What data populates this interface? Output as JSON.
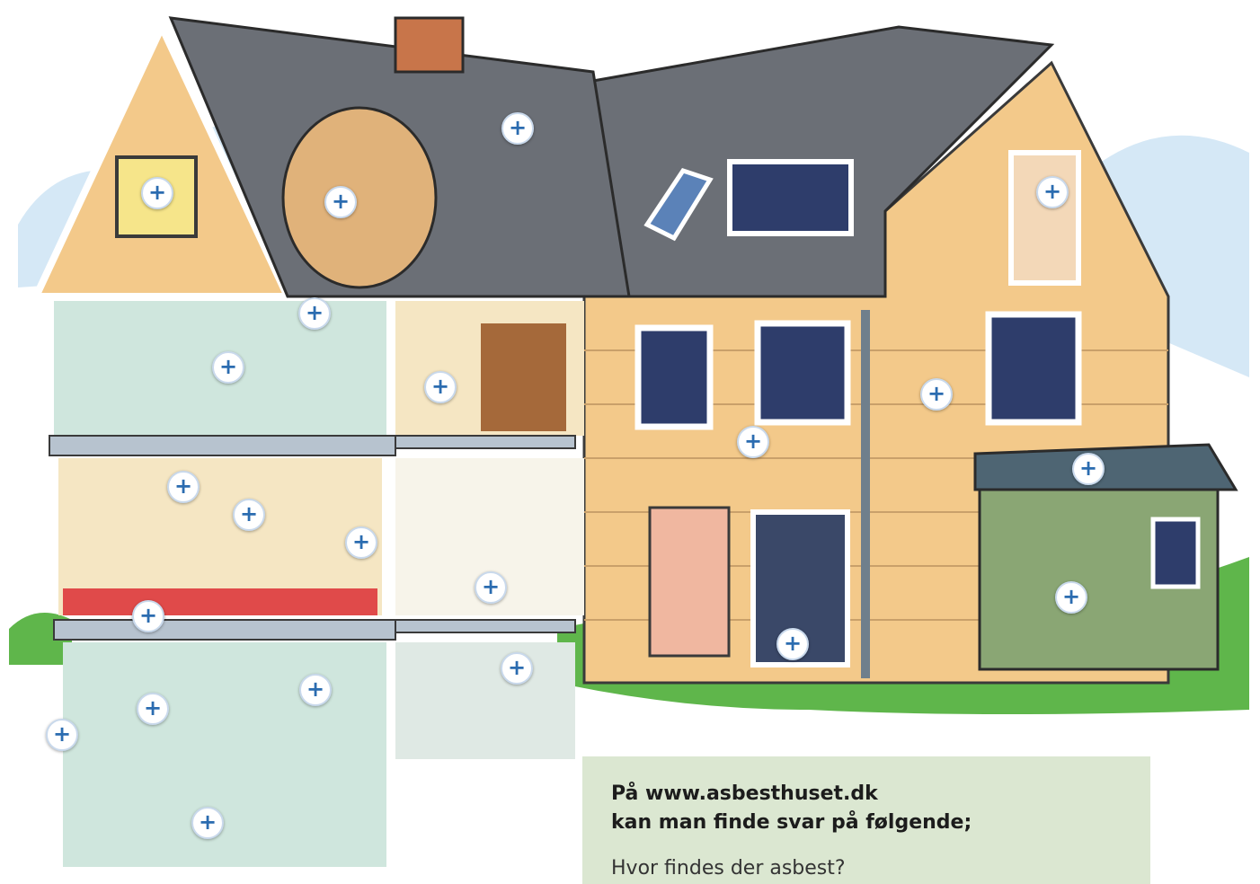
{
  "info_box": {
    "line1": "På www.asbesthuset.dk",
    "line2": "kan man finde svar på følgende;",
    "question": "Hvor findes der asbest?",
    "background": "#dbe7d1"
  },
  "hotspot_symbol": "+",
  "colors": {
    "wall": "#f3c98a",
    "roof": "#6b6f76",
    "hotspot_plus": "#2b6cb0",
    "shed": "#8aa674",
    "grass": "#5fb64b",
    "sky": "#d5e8f6"
  },
  "illustration": "cutaway-house-illustration"
}
